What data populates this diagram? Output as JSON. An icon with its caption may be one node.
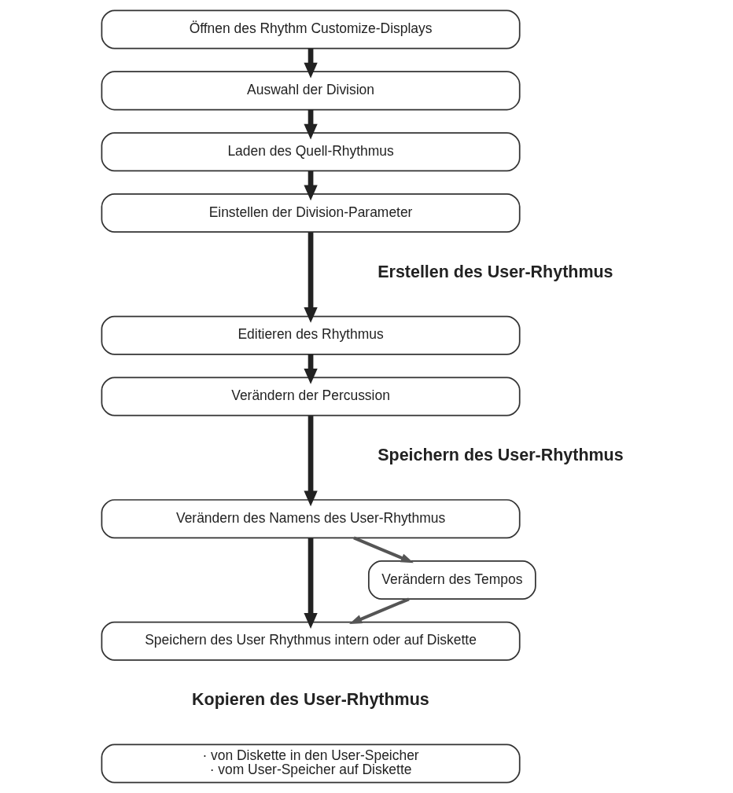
{
  "diagram": {
    "nodes": [
      {
        "text": [
          "Öffnen des Rhythm Customize-Displays"
        ]
      },
      {
        "text": [
          "Auswahl der Division"
        ]
      },
      {
        "text": [
          "Laden des Quell-Rhythmus"
        ]
      },
      {
        "text": [
          "Einstellen der Division-Parameter"
        ]
      },
      {
        "text": [
          "Editieren des Rhythmus"
        ]
      },
      {
        "text": [
          "Verändern der Percussion"
        ]
      },
      {
        "text": [
          "Verändern des Namens des User-Rhythmus"
        ]
      },
      {
        "text": [
          "Speichern des User Rhythmus intern oder auf Diskette"
        ]
      },
      {
        "text": [
          "Verändern des Tempos"
        ]
      },
      {
        "text": [
          "· von Diskette in den User-Speicher",
          "· vom User-Speicher auf Diskette"
        ]
      }
    ],
    "edges": [
      {
        "from": 0,
        "to": 1,
        "arrow": "to"
      },
      {
        "from": 1,
        "to": 2,
        "arrow": "to"
      },
      {
        "from": 2,
        "to": 3,
        "arrow": "to"
      },
      {
        "from": 3,
        "to": 4,
        "arrow": "to"
      },
      {
        "from": 4,
        "to": 5,
        "arrow": "to"
      },
      {
        "from": 5,
        "to": 6,
        "arrow": "to"
      },
      {
        "from": 6,
        "to": 7,
        "arrow": "to"
      },
      {
        "from": 6,
        "to": 8,
        "arrow": "to",
        "color": "#555555"
      },
      {
        "from": 8,
        "to": 7,
        "arrow": "to",
        "color": "#555555"
      }
    ],
    "labels": [
      "Erstellen des User-Rhythmus",
      "Speichern des User-Rhythmus",
      "Kopieren des User-Rhythmus"
    ]
  }
}
